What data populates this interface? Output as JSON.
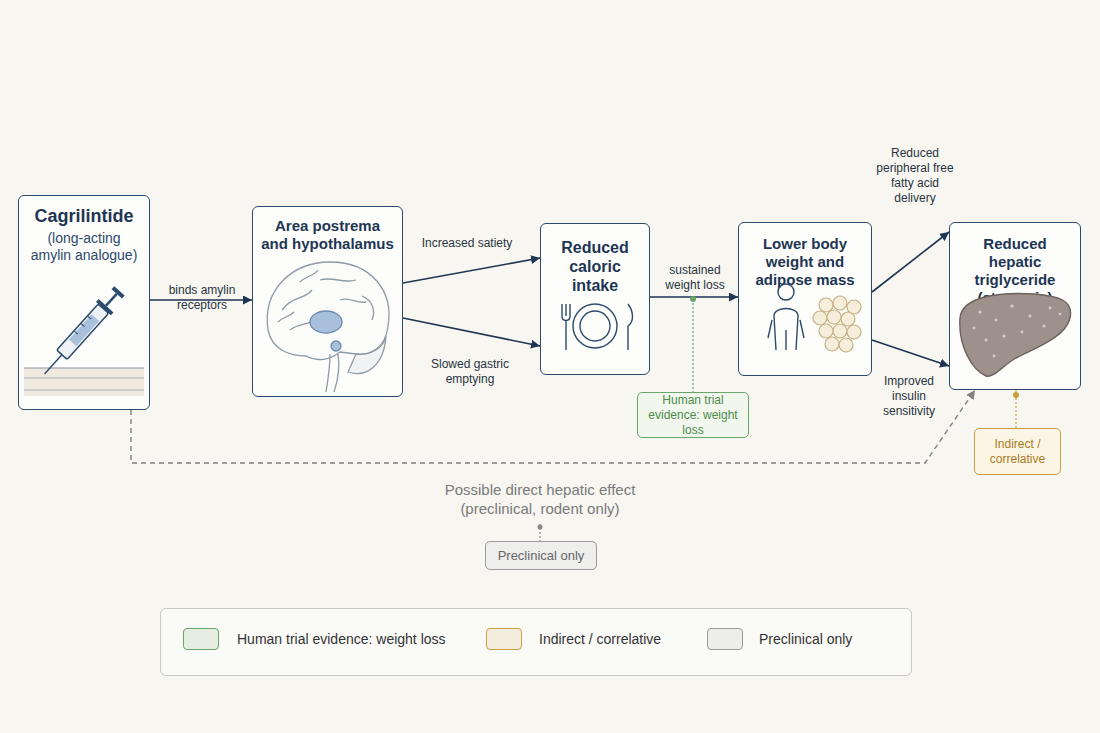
{
  "diagram": {
    "nodes": [
      {
        "text": [
          "Cagrilintide",
          "(long-acting amylin analogue)"
        ]
      },
      {
        "text": [
          "Area postrema and hypothalamus"
        ]
      },
      {
        "text": [
          "Reduced caloric intake"
        ]
      },
      {
        "text": [
          "Lower body weight and adipose mass"
        ]
      },
      {
        "text": [
          "Reduced hepatic triglyceride (steatosis)"
        ]
      },
      {
        "text": [
          "Human trial evidence: weight loss"
        ]
      },
      {
        "text": [
          "Indirect / correlative"
        ]
      },
      {
        "text": [
          "Preclinical only"
        ]
      }
    ],
    "edges": [
      {
        "from": 0,
        "to": 1,
        "label": "binds amylin receptors",
        "arrow": "to"
      },
      {
        "from": 1,
        "to": 2,
        "label": "Increased satiety",
        "arrow": "to"
      },
      {
        "from": 1,
        "to": 2,
        "label": "Slowed gastric emptying",
        "arrow": "to"
      },
      {
        "from": 2,
        "to": 3,
        "label": "sustained weight loss",
        "arrow": "to"
      },
      {
        "from": 3,
        "to": 4,
        "label": "Reduced peripheral free fatty acid delivery",
        "arrow": "to"
      },
      {
        "from": 3,
        "to": 4,
        "label": "Improved insulin sensitivity",
        "arrow": "to"
      },
      {
        "from": 0,
        "to": 4,
        "label": "Possible direct hepatic effect (preclinical, rodent only)",
        "arrow": "to"
      },
      {
        "from": 4,
        "to": 6,
        "arrow": "none"
      }
    ],
    "legend": [
      {
        "text": "Human trial evidence: weight loss",
        "color": "#6aa56a"
      },
      {
        "text": "Indirect / correlative",
        "color": "#c9a040"
      },
      {
        "text": "Preclinical only",
        "color": "#9a9a9a"
      }
    ]
  }
}
